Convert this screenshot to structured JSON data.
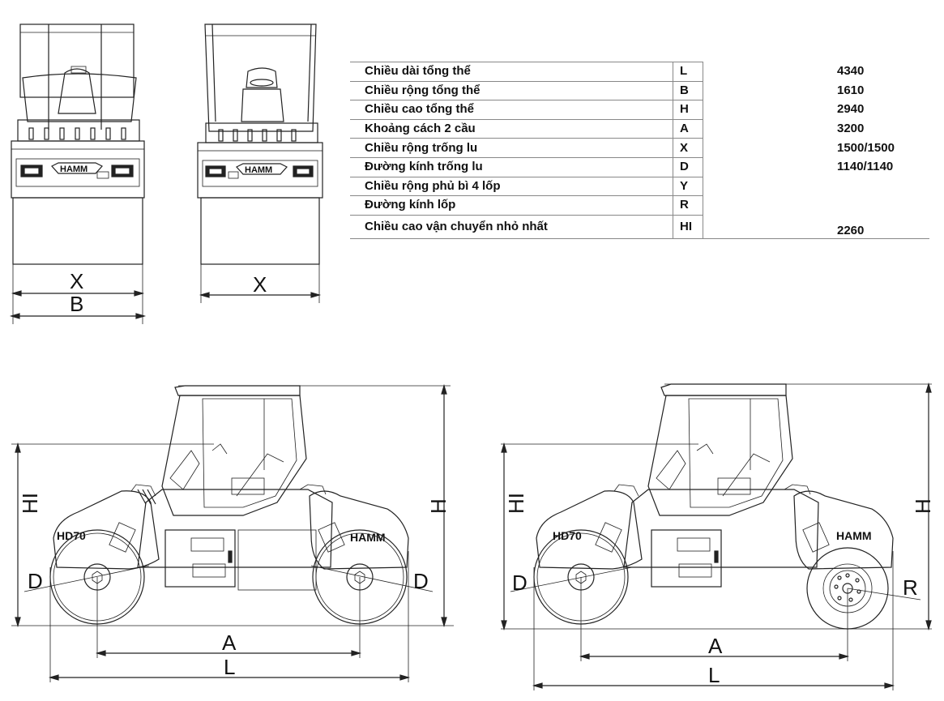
{
  "specs": [
    {
      "name": "Chiều dài tổng thể",
      "code": "L",
      "value": "4340"
    },
    {
      "name": "Chiều rộng tổng thể",
      "code": "B",
      "value": "1610"
    },
    {
      "name": "Chiều cao tổng thể",
      "code": "H",
      "value": "2940"
    },
    {
      "name": "Khoảng cách 2 cầu",
      "code": "A",
      "value": "3200"
    },
    {
      "name": "Chiều rộng trống lu",
      "code": "X",
      "value": "1500/1500"
    },
    {
      "name": "Đường kính trống lu",
      "code": "D",
      "value": "1140/1140"
    },
    {
      "name": "Chiều rộng phủ bì 4 lốp",
      "code": "Y",
      "value": ""
    },
    {
      "name": "Đường kính lốp",
      "code": "R",
      "value": ""
    },
    {
      "name": "Chiều cao vận chuyển nhỏ nhất",
      "code": "HI",
      "value": "2260"
    }
  ],
  "dimension_labels": {
    "x": "X",
    "b": "B",
    "h": "H",
    "hi": "HI",
    "a": "A",
    "l": "L",
    "d": "D",
    "r": "R"
  },
  "logos": {
    "brand": "HAMM",
    "model": "HD70"
  }
}
